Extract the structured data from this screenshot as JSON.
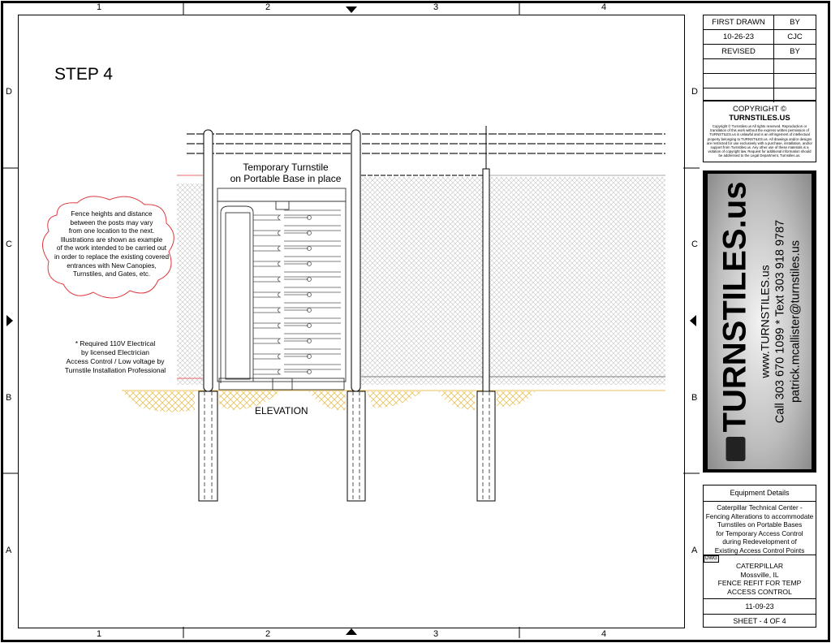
{
  "grid": {
    "columns": [
      "1",
      "2",
      "3",
      "4"
    ],
    "rows": [
      "D",
      "C",
      "B",
      "A"
    ]
  },
  "drawing": {
    "step": "STEP 4",
    "turnstile_label_1": "Temporary Turnstile",
    "turnstile_label_2": "on Portable Base in place",
    "cloud_note": [
      "Fence heights and distance",
      "between the posts may vary",
      "from one location to the next.",
      "Illustrations are shown as example",
      "of the work intended to be carried out",
      "in order to replace the existing covered",
      "entrances with New Canopies,",
      "Turnstiles, and Gates, etc."
    ],
    "electrical_note": [
      "*   Required 110V Electrical",
      "by licensed Electrician",
      "Access Control / Low voltage by",
      "Turnstile Installation Professional"
    ],
    "view_label": "ELEVATION",
    "cloud_color": "#e0393e",
    "ground_color": "#e8c25a"
  },
  "title_block": {
    "first_drawn_label": "FIRST DRAWN",
    "by_label": "BY",
    "first_drawn_date": "10-26-23",
    "first_drawn_by": "CJC",
    "revised_label": "REVISED",
    "revised_by_label": "BY",
    "copyright_title": "COPYRIGHT ©",
    "copyright_brand": "TURNSTILES.US",
    "copyright_text": "Copyright © Turnstiles.us All rights reserved. Reproduction or translation of this work without the express written permission of TURNSTILES.us is unlawful and is an infringement of intellectual property belonging to TURNSTILES.us. All drawings and/or designs are restricted for use exclusively with a purchase, installation, and/or support from Turnstiles.us. Any other use of these materials is a violation of copyright law. Request for additional information should be addressed to the Legal Department, Turnstiles.us.",
    "logo": {
      "brand": "TURNSTILES.us",
      "website": "www.TURNSTILES.us",
      "phone": "Call 303 670 1099 * Text 303 918 9787",
      "email": "patrick.mcallister@turnstiles.us"
    },
    "equipment_details_label": "Equipment Details",
    "equipment_details": [
      "Caterpillar Technical Center -",
      "Fencing Alterations to accommodate",
      "Turnstiles on Portable Bases",
      "for Temporary Access Control",
      "during Redevelopment of",
      "Existing Access Control Points"
    ],
    "dwg_label": "DWG",
    "dwg": [
      "CATERPILLAR",
      "Mossville, IL",
      "FENCE REFIT FOR TEMP",
      "ACCESS CONTROL"
    ],
    "date": "11-09-23",
    "sheet": "SHEET - 4  OF  4"
  }
}
